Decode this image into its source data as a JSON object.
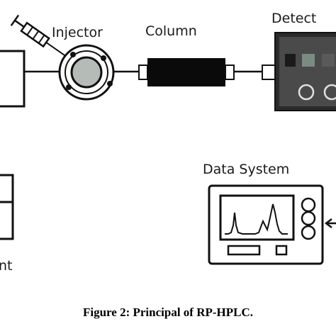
{
  "labels": {
    "injector": "Injector",
    "column": "Column",
    "detector": "Detect",
    "data_system": "Data System",
    "solvent": "nt"
  },
  "caption": "Figure 2: Principal of RP-HPLC."
}
